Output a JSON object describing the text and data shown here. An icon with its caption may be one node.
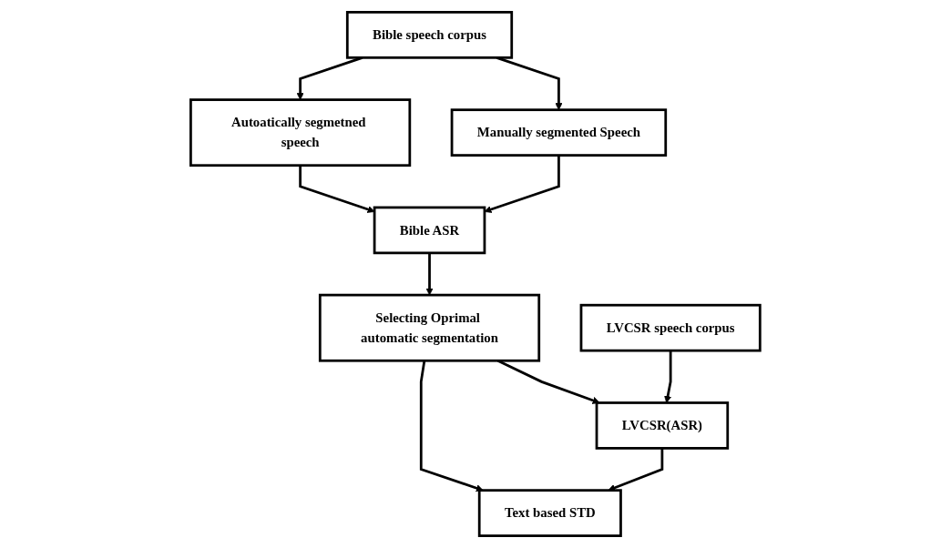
{
  "diagram": {
    "nodes": [
      {
        "text": [
          "Bible speech corpus"
        ]
      },
      {
        "text": [
          "Bible  ASR"
        ]
      },
      {
        "text": [
          "Autoatically segmetned speech"
        ]
      },
      {
        "text": [
          "Manually segmented Speech"
        ]
      },
      {
        "text": [
          "Selecting Oprimal automatic segmentation"
        ]
      },
      {
        "text": [
          "Text based STD"
        ]
      },
      {
        "text": [
          "LVCSR speech corpus"
        ]
      },
      {
        "text": [
          "LVCSR(ASR)"
        ]
      }
    ],
    "edges": [
      {
        "from": 0,
        "to": 2,
        "arrow": "to"
      },
      {
        "from": 0,
        "to": 3,
        "arrow": "to"
      },
      {
        "from": 2,
        "to": 1,
        "arrow": "to"
      },
      {
        "from": 3,
        "to": 1,
        "arrow": "to"
      },
      {
        "from": 1,
        "to": 4,
        "arrow": "to"
      },
      {
        "from": 4,
        "to": 5,
        "arrow": "to"
      },
      {
        "from": 4,
        "to": 7,
        "arrow": "to"
      },
      {
        "from": 6,
        "to": 7,
        "arrow": "to"
      },
      {
        "from": 7,
        "to": 5,
        "arrow": "to"
      }
    ]
  }
}
